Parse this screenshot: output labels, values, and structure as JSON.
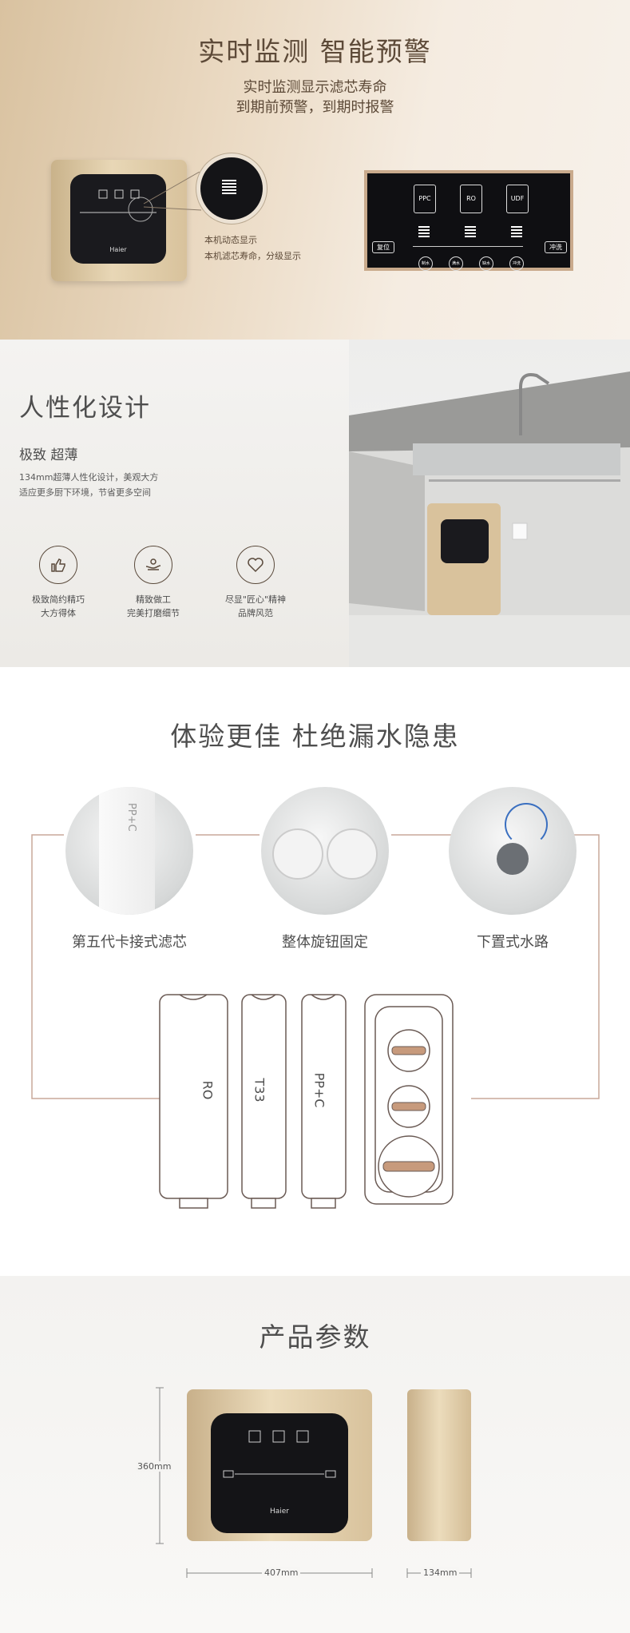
{
  "monitor": {
    "title": "实时监测 智能预警",
    "subtitle_line1": "实时监测显示滤芯寿命",
    "subtitle_line2": "到期前预警，到期时报警",
    "note_line1": "本机动态显示",
    "note_line2": "本机滤芯寿命，分级显示",
    "panel": {
      "filters": [
        "PPC",
        "RO",
        "UDF"
      ],
      "reset_label": "复位",
      "flush_label": "冲洗",
      "status_labels": [
        "制水",
        "满水",
        "缺水",
        "冲洗"
      ]
    },
    "brand": "Haier"
  },
  "design": {
    "title": "人性化设计",
    "subtitle": "极致 超薄",
    "desc_line1": "134mm超薄人性化设计，美观大方",
    "desc_line2": "适应更多厨下环境，节省更多空间",
    "features": [
      {
        "icon": "thumbs-up-icon",
        "line1": "极致简约精巧",
        "line2": "大方得体"
      },
      {
        "icon": "hand-care-icon",
        "line1": "精致做工",
        "line2": "完美打磨细节"
      },
      {
        "icon": "heart-icon",
        "line1": "尽显\"匠心\"精神",
        "line2": "品牌风范"
      }
    ]
  },
  "experience": {
    "title": "体验更佳 杜绝漏水隐患",
    "captions": [
      "第五代卡接式滤芯",
      "整体旋钮固定",
      "下置式水路"
    ],
    "filter_labels": [
      "RO",
      "T33",
      "PP+C"
    ],
    "photo_filter_text": "PP+C"
  },
  "specs": {
    "title": "产品参数",
    "height": "360mm",
    "width": "407mm",
    "depth": "134mm",
    "brand": "Haier"
  },
  "colors": {
    "gold": "#d4bd96",
    "brown": "#5d4a38",
    "copper": "#c79a7c"
  }
}
